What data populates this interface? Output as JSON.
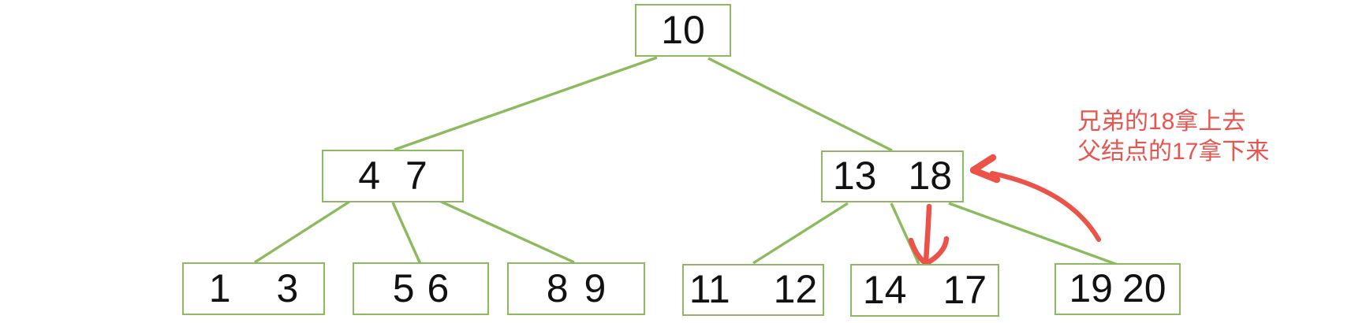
{
  "diagram": {
    "type": "b-tree",
    "description": "2-3 tree deletion rebalancing illustration"
  },
  "colors": {
    "background": "#FFFFFF",
    "edge": "#8CBA5E",
    "node_border": "#8CBA5E",
    "key_text": "#111111",
    "arrow": "#EC5348",
    "annotation_text": "#EA544E"
  },
  "tree": {
    "nodes": [
      {
        "id": "root",
        "level": 0,
        "keys": [
          "10"
        ]
      },
      {
        "id": "4-7",
        "level": 1,
        "keys": [
          "4",
          "7"
        ]
      },
      {
        "id": "13-18",
        "level": 1,
        "keys": [
          "13",
          "18"
        ]
      },
      {
        "id": "1-3",
        "level": 2,
        "keys": [
          "1",
          "3"
        ]
      },
      {
        "id": "5-6",
        "level": 2,
        "keys": [
          "5",
          "6"
        ]
      },
      {
        "id": "8-9",
        "level": 2,
        "keys": [
          "8",
          "9"
        ]
      },
      {
        "id": "11-12",
        "level": 2,
        "keys": [
          "11",
          "12"
        ]
      },
      {
        "id": "14-17",
        "level": 2,
        "keys": [
          "14",
          "17"
        ]
      },
      {
        "id": "19-20",
        "level": 2,
        "keys": [
          "19",
          "20"
        ]
      }
    ],
    "edges": [
      [
        "root",
        "4-7"
      ],
      [
        "root",
        "13-18"
      ],
      [
        "4-7",
        "1-3"
      ],
      [
        "4-7",
        "5-6"
      ],
      [
        "4-7",
        "8-9"
      ],
      [
        "13-18",
        "11-12"
      ],
      [
        "13-18",
        "14-17"
      ],
      [
        "13-18",
        "19-20"
      ]
    ]
  },
  "annotation": {
    "lines": [
      "兄弟的18拿上去",
      "父结点的17拿下来"
    ],
    "arrows": [
      {
        "name": "curved-arrow-to-13-18",
        "points_at": "13-18"
      },
      {
        "name": "down-arrow-to-14-17",
        "points_at": "14-17"
      }
    ]
  }
}
